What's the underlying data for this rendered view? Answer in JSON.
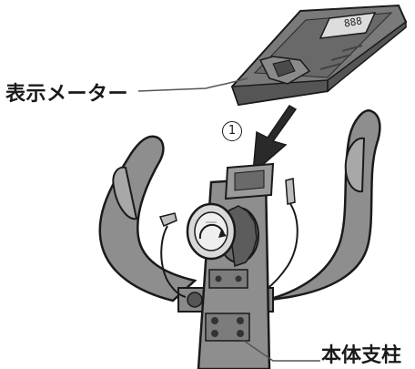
{
  "labels": {
    "display_meter": "表示メーター",
    "main_post": "本体支柱",
    "step_number": "1"
  },
  "display_readout": "888",
  "colors": {
    "frame_fill": "#8e8e8e",
    "frame_dark": "#5e5e5e",
    "outline": "#1a1a1a",
    "console_fill": "#6f6f6f",
    "background": "#ffffff"
  },
  "icons": {
    "arrow": "down-left-arrow-icon",
    "knob": "tension-knob-icon"
  }
}
